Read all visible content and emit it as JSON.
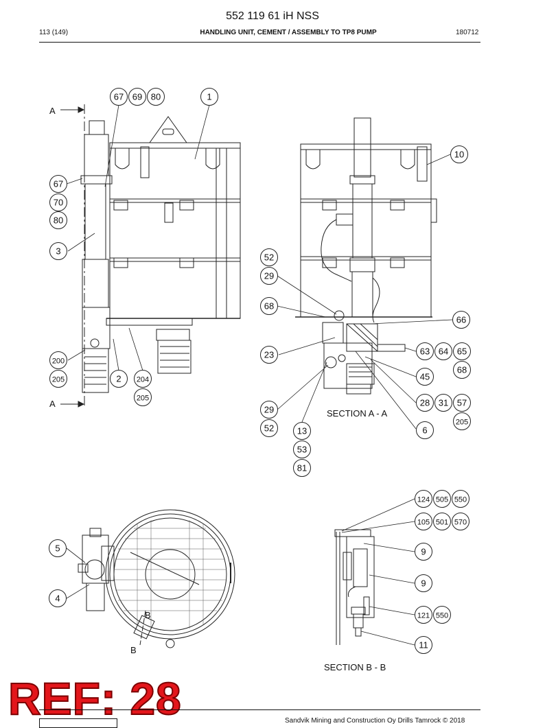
{
  "header": {
    "title": "552 119 61 iH NSS",
    "page": "113 (149)",
    "subtitle": "HANDLING UNIT, CEMENT / ASSEMBLY TO TP8 PUMP",
    "date": "180712"
  },
  "drawing": {
    "section_labels": {
      "a_top": "A",
      "a_bottom": "A",
      "b_top": "B",
      "b_bottom": "B",
      "section_aa": "SECTION A - A",
      "section_bb": "SECTION B - B"
    },
    "balloons": [
      {
        "id": "b1",
        "label": "67"
      },
      {
        "id": "b2",
        "label": "69"
      },
      {
        "id": "b3",
        "label": "80"
      },
      {
        "id": "b4",
        "label": "1"
      },
      {
        "id": "b5",
        "label": "67"
      },
      {
        "id": "b6",
        "label": "70"
      },
      {
        "id": "b7",
        "label": "80"
      },
      {
        "id": "b8",
        "label": "3"
      },
      {
        "id": "b9",
        "label": "200"
      },
      {
        "id": "b10",
        "label": "205"
      },
      {
        "id": "b11",
        "label": "2"
      },
      {
        "id": "b12",
        "label": "204"
      },
      {
        "id": "b13",
        "label": "205"
      },
      {
        "id": "b14",
        "label": "10"
      },
      {
        "id": "b15",
        "label": "52"
      },
      {
        "id": "b16",
        "label": "29"
      },
      {
        "id": "b17",
        "label": "68"
      },
      {
        "id": "b18",
        "label": "66"
      },
      {
        "id": "b19",
        "label": "23"
      },
      {
        "id": "b20",
        "label": "63"
      },
      {
        "id": "b21",
        "label": "64"
      },
      {
        "id": "b22",
        "label": "65"
      },
      {
        "id": "b23",
        "label": "68"
      },
      {
        "id": "b24",
        "label": "45"
      },
      {
        "id": "b25",
        "label": "28"
      },
      {
        "id": "b26",
        "label": "31"
      },
      {
        "id": "b27",
        "label": "57"
      },
      {
        "id": "b28",
        "label": "205"
      },
      {
        "id": "b29",
        "label": "29"
      },
      {
        "id": "b30",
        "label": "52"
      },
      {
        "id": "b31",
        "label": "13"
      },
      {
        "id": "b32",
        "label": "53"
      },
      {
        "id": "b33",
        "label": "81"
      },
      {
        "id": "b34",
        "label": "6"
      },
      {
        "id": "b35",
        "label": "124"
      },
      {
        "id": "b36",
        "label": "505"
      },
      {
        "id": "b37",
        "label": "550"
      },
      {
        "id": "b38",
        "label": "105"
      },
      {
        "id": "b39",
        "label": "501"
      },
      {
        "id": "b40",
        "label": "570"
      },
      {
        "id": "b41",
        "label": "5"
      },
      {
        "id": "b42",
        "label": "4"
      },
      {
        "id": "b43",
        "label": "9"
      },
      {
        "id": "b44",
        "label": "9"
      },
      {
        "id": "b45",
        "label": "121"
      },
      {
        "id": "b46",
        "label": "550"
      },
      {
        "id": "b47",
        "label": "11"
      }
    ]
  },
  "stamp": {
    "text": "REF: 28",
    "color": "#e3161b"
  },
  "footer": {
    "copyright": "Sandvik Mining and Construction Oy Drills Tamrock © 2018"
  }
}
